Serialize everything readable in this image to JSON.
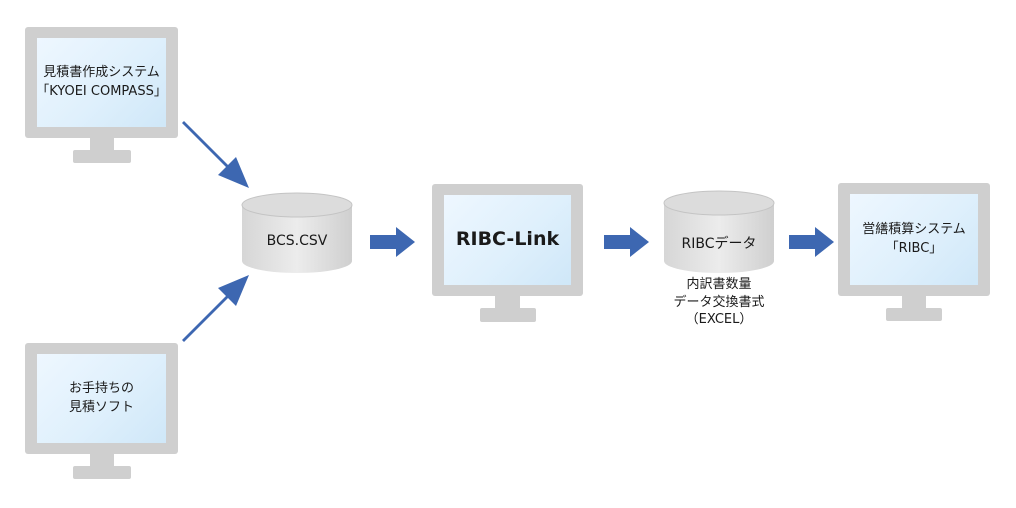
{
  "sources": {
    "compass": {
      "line1": "見積書作成システム",
      "line2": "「KYOEI COMPASS」"
    },
    "own_soft": {
      "line1": "お手持ちの",
      "line2": "見積ソフト"
    }
  },
  "csv_db": {
    "label": "BCS.CSV"
  },
  "ribc_link": {
    "label": "RIBC-Link"
  },
  "ribc_data": {
    "label": "RIBCデータ",
    "caption": [
      "内訳書数量",
      "データ交換書式",
      "（EXCEL）"
    ]
  },
  "target": {
    "line1": "営繕積算システム",
    "line2": "「RIBC」"
  },
  "colors": {
    "arrow": "#3d67b1",
    "monitor_gray": "#cfcfcf",
    "screen_light": "#e6f3fd"
  }
}
